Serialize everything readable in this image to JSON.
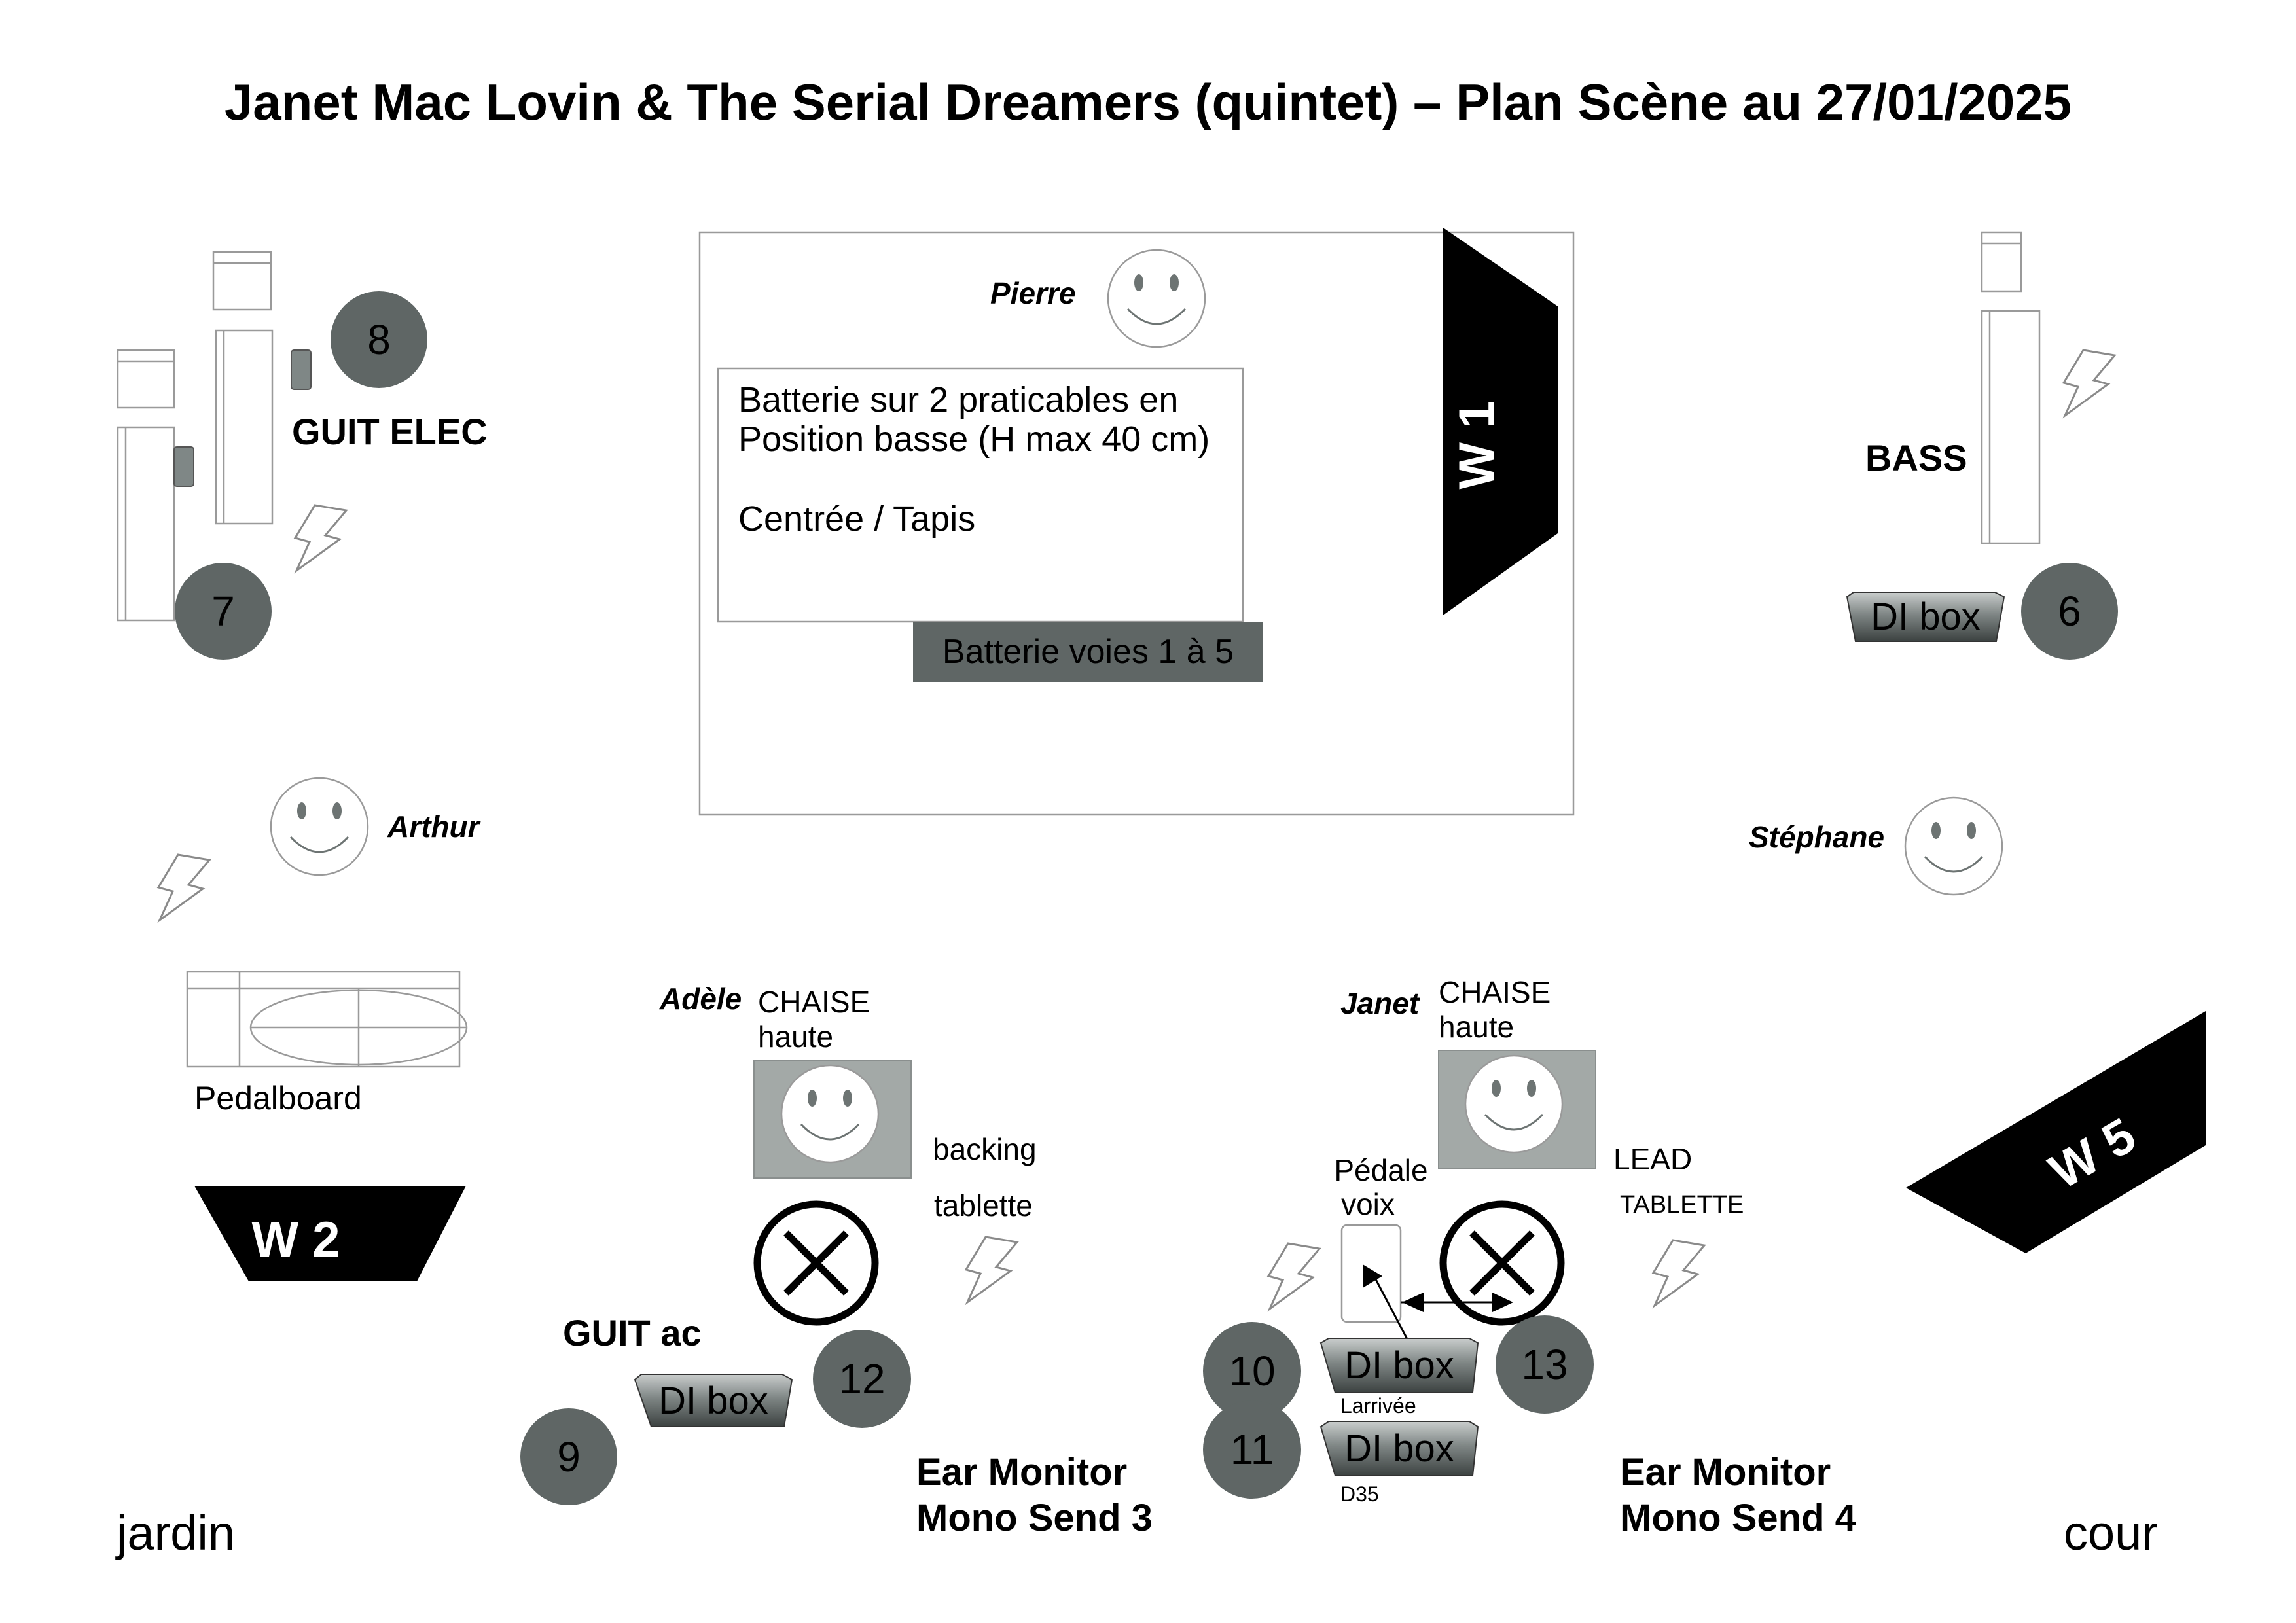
{
  "title": "Janet Mac Lovin & The Serial Dreamers (quintet) – Plan Scène au 27/01/2025",
  "colors": {
    "circle": "#5f6665",
    "chair": "#a3a9a7",
    "black": "#000000",
    "outline": "#9a9a9a"
  },
  "sides": {
    "left": "jardin",
    "right": "cour"
  },
  "drums": {
    "note_line1": "Batterie sur 2 praticables en",
    "note_line2": "Position basse (H max 40 cm)",
    "note_line3": "Centrée / Tapis",
    "channels_label": "Batterie voies 1 à 5"
  },
  "musicians": {
    "pierre": "Pierre",
    "arthur": "Arthur",
    "stephane": "Stéphane",
    "adele": "Adèle",
    "janet": "Janet"
  },
  "wedges": {
    "w1": "W 1",
    "w2": "W 2",
    "w5": "W 5"
  },
  "instruments": {
    "guit_elec": "GUIT ELEC",
    "bass": "BASS",
    "guit_ac": "GUIT ac",
    "pedalboard": "Pedalboard"
  },
  "chairs": {
    "line1": "CHAISE",
    "line2": "haute"
  },
  "adele_area": {
    "backing": "backing",
    "tablette": "tablette"
  },
  "janet_area": {
    "pedale_line1": "Pédale",
    "pedale_line2": "voix",
    "lead": "LEAD",
    "tablette": "TABLETTE",
    "larrivee": "Larrivée",
    "d35": "D35"
  },
  "di_box": "DI box",
  "channels": {
    "c6": "6",
    "c7": "7",
    "c8": "8",
    "c9": "9",
    "c10": "10",
    "c11": "11",
    "c12": "12",
    "c13": "13"
  },
  "ear_monitors": {
    "send3_line1": "Ear Monitor",
    "send3_line2": "Mono Send 3",
    "send4_line1": "Ear Monitor",
    "send4_line2": "Mono Send 4"
  },
  "icons": [
    "smiley-icon",
    "power-plug-icon",
    "mic-stand-icon",
    "di-box-icon"
  ]
}
